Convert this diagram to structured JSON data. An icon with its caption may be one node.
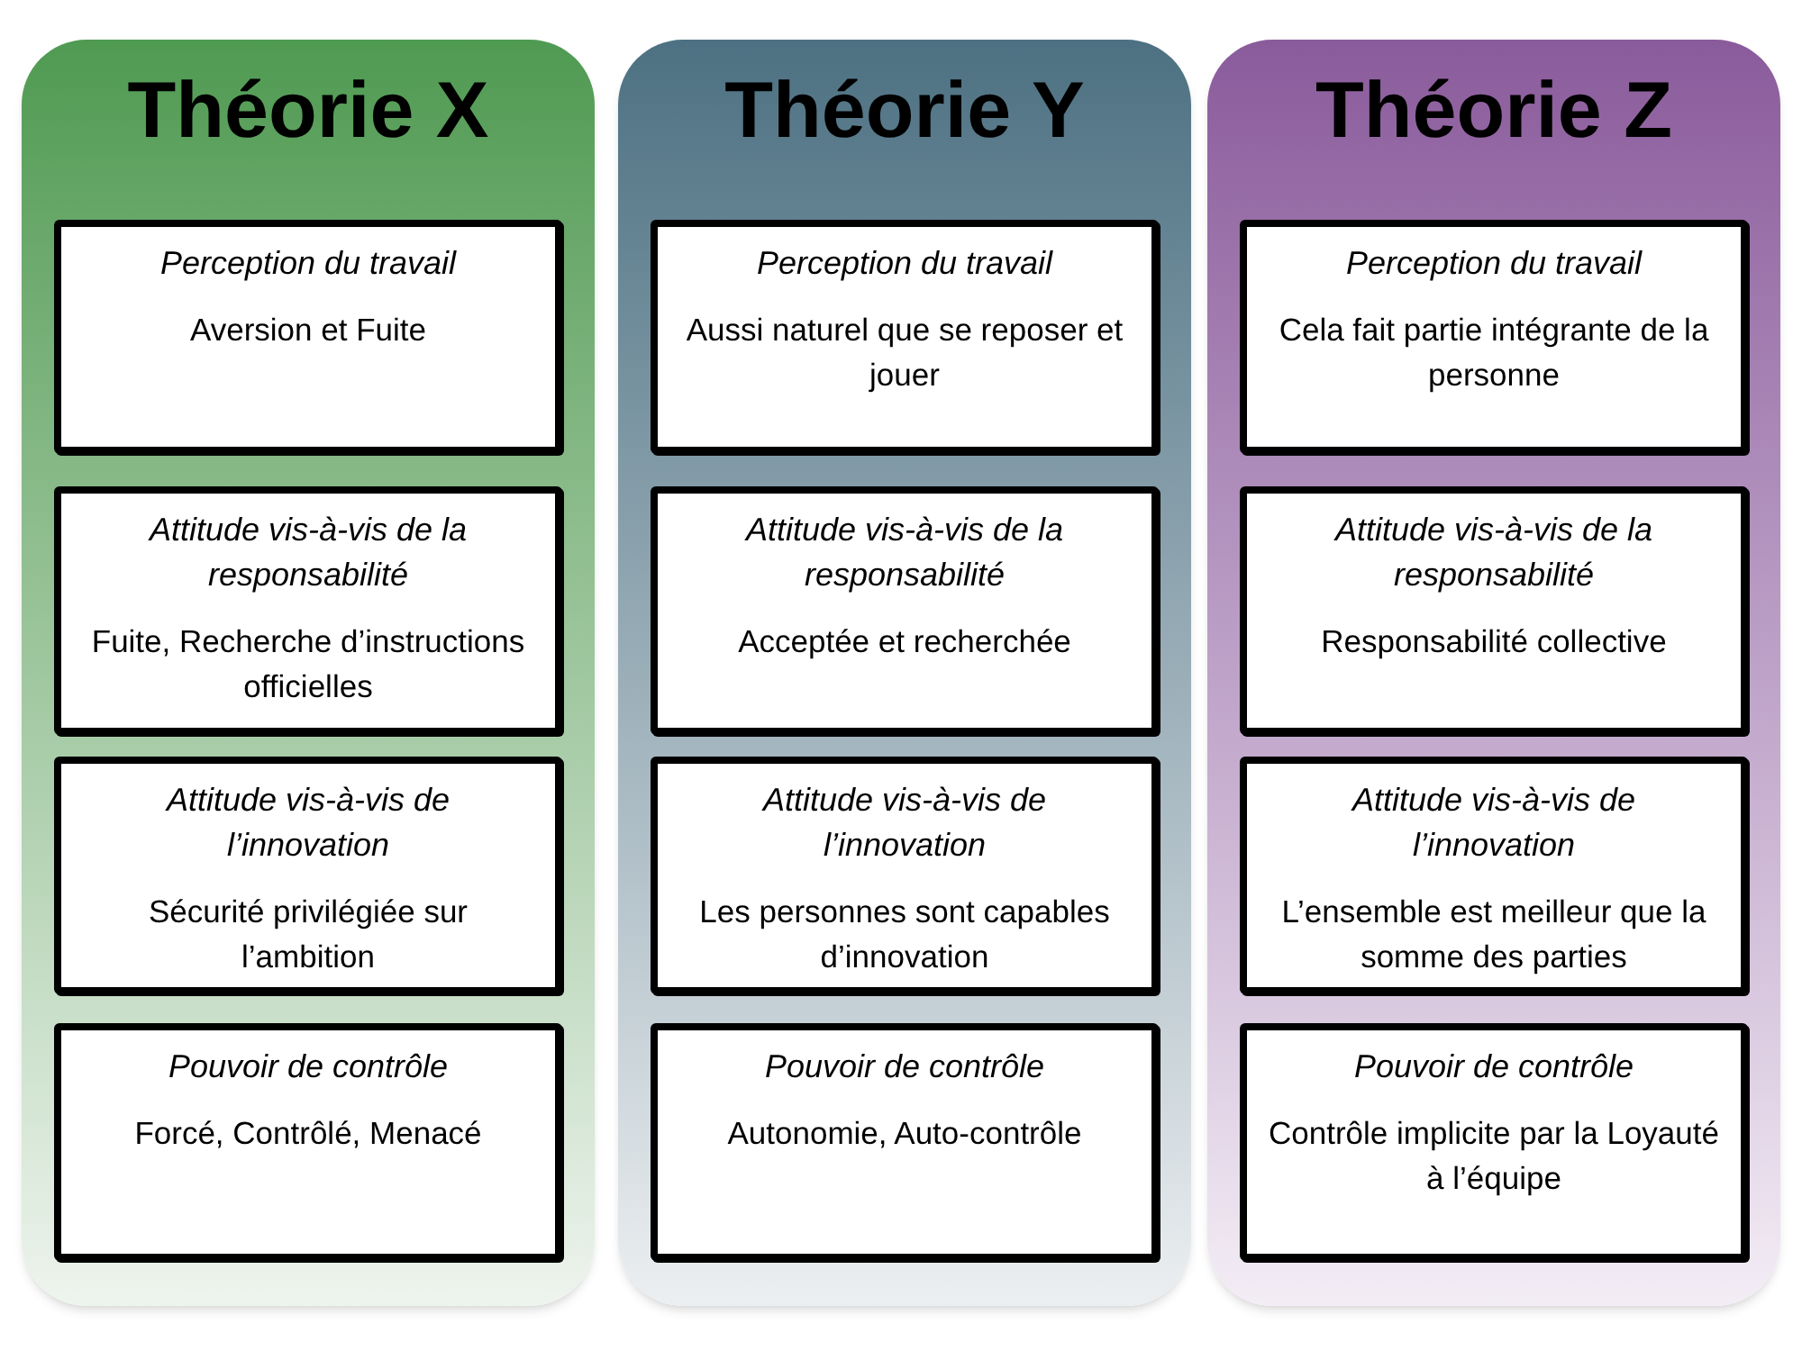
{
  "diagram": {
    "nodes": [
      {
        "text": [
          "Théorie X"
        ]
      },
      {
        "text": [
          "Perception du travail",
          "Aversion et Fuite"
        ],
        "in": 0
      },
      {
        "text": [
          "Attitude vis-à-vis de la responsabilité",
          "Fuite, Recherche d’instructions officielles"
        ],
        "in": 0
      },
      {
        "text": [
          "Attitude vis-à-vis de l’innovation",
          "Sécurité privilégiée sur l’ambition"
        ],
        "in": 0
      },
      {
        "text": [
          "Pouvoir de contrôle",
          "Forcé, Contrôlé, Menacé"
        ],
        "in": 0
      },
      {
        "text": [
          "Théorie Y"
        ]
      },
      {
        "text": [
          "Perception du travail",
          "Aussi naturel que se reposer et jouer"
        ],
        "in": 5
      },
      {
        "text": [
          "Attitude vis-à-vis de la responsabilité",
          "Acceptée et recherchée"
        ],
        "in": 5
      },
      {
        "text": [
          "Attitude vis-à-vis de l’innovation",
          "Les personnes sont capables d’innovation"
        ],
        "in": 5
      },
      {
        "text": [
          "Pouvoir de contrôle",
          "Autonomie, Auto-contrôle"
        ],
        "in": 5
      },
      {
        "text": [
          "Théorie Z"
        ]
      },
      {
        "text": [
          "Perception du travail",
          "Cela fait partie intégrante de la personne"
        ],
        "in": 10
      },
      {
        "text": [
          "Attitude vis-à-vis de la responsabilité",
          "Responsabilité collective"
        ],
        "in": 10
      },
      {
        "text": [
          "Attitude vis-à-vis de l’innovation",
          "L’ensemble est meilleur que la somme des parties"
        ],
        "in": 10
      },
      {
        "text": [
          "Pouvoir de contrôle",
          "Contrôle implicite par la Loyauté à l’équipe"
        ],
        "in": 10
      }
    ]
  }
}
